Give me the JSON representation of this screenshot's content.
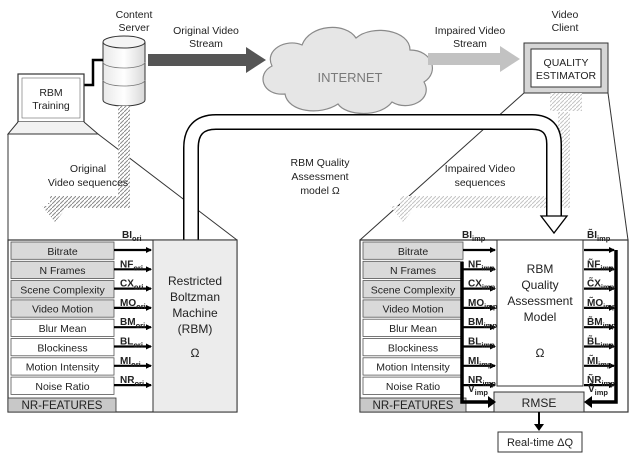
{
  "labels": {
    "content_server": [
      "Content",
      "Server"
    ],
    "original_stream": [
      "Original Video",
      "Stream"
    ],
    "internet": "INTERNET",
    "impaired_stream": [
      "Impaired Video",
      "Stream"
    ],
    "video_client": [
      "Video",
      "Client"
    ],
    "quality_estimator": [
      "QUALITY",
      "ESTIMATOR"
    ],
    "rbm_training": [
      "RBM",
      "Training"
    ],
    "original_sequences": [
      "Original",
      "Video sequences"
    ],
    "rbm_model_caption": [
      "RBM Quality",
      "Assessment",
      "model Ω"
    ],
    "impaired_sequences": [
      "Impaired Video",
      "sequences"
    ]
  },
  "left_panel": {
    "features": [
      "Bitrate",
      "N Frames",
      "Scene Complexity",
      "Video Motion",
      "Blur Mean",
      "Blockiness",
      "Motion Intensity",
      "Noise Ratio"
    ],
    "footer": "NR-FEATURES",
    "outputs": [
      {
        "main": "BI",
        "sub": "ori"
      },
      {
        "main": "NF",
        "sub": "ori"
      },
      {
        "main": "CX",
        "sub": "ori"
      },
      {
        "main": "MO",
        "sub": "ori"
      },
      {
        "main": "BM",
        "sub": "ori"
      },
      {
        "main": "BL",
        "sub": "ori"
      },
      {
        "main": "MI",
        "sub": "ori"
      },
      {
        "main": "NR",
        "sub": "ori"
      }
    ],
    "machine": [
      "Restricted",
      "Boltzman",
      "Machine",
      "(RBM)",
      "Ω"
    ]
  },
  "right_panel": {
    "features": [
      "Bitrate",
      "N Frames",
      "Scene Complexity",
      "Video Motion",
      "Blur Mean",
      "Blockiness",
      "Motion Intensity",
      "Noise Ratio"
    ],
    "footer": "NR-FEATURES",
    "inputs": [
      {
        "main": "BI",
        "sub": "imp"
      },
      {
        "main": "NF",
        "sub": "imp"
      },
      {
        "main": "CX",
        "sub": "imp"
      },
      {
        "main": "MO",
        "sub": "imp"
      },
      {
        "main": "BM",
        "sub": "imp"
      },
      {
        "main": "BL",
        "sub": "imp"
      },
      {
        "main": "MI",
        "sub": "imp"
      },
      {
        "main": "NR",
        "sub": "imp"
      }
    ],
    "v_in": {
      "main": "V",
      "sub": "imp"
    },
    "outputs": [
      {
        "main": "B̃I",
        "sub": "imp"
      },
      {
        "main": "ÑF",
        "sub": "imp"
      },
      {
        "main": "C̃X",
        "sub": "imp"
      },
      {
        "main": "M̃O",
        "sub": "imp"
      },
      {
        "main": "B̃M",
        "sub": "imp"
      },
      {
        "main": "B̃L",
        "sub": "imp"
      },
      {
        "main": "M̃I",
        "sub": "imp"
      },
      {
        "main": "ÑR",
        "sub": "imp"
      }
    ],
    "v_out": {
      "main": "Ṽ",
      "sub": "imp"
    },
    "model": [
      "RBM",
      "Quality",
      "Assessment",
      "Model",
      "Ω"
    ],
    "rmse": "RMSE"
  },
  "result": "Real-time ΔQ"
}
